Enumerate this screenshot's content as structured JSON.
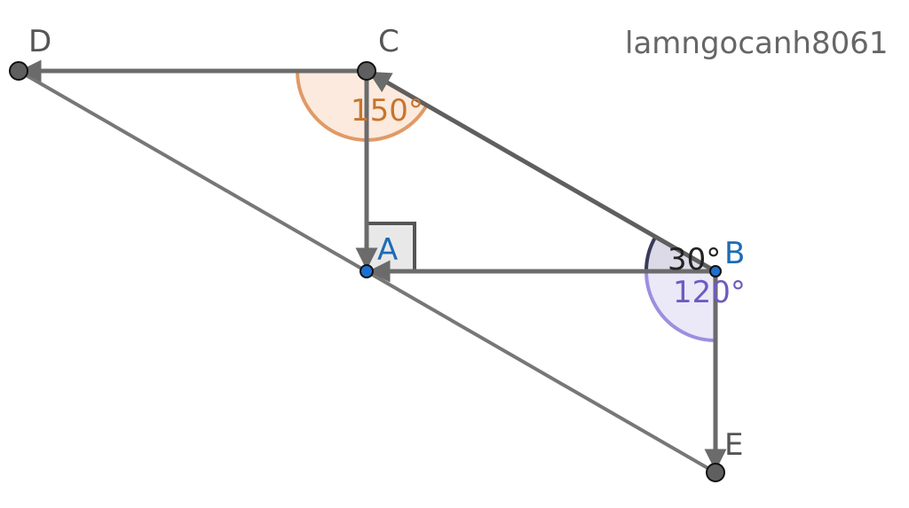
{
  "watermark": "lamngocanh8061",
  "points": {
    "D": "D",
    "C": "C",
    "A": "A",
    "B": "B",
    "E": "E"
  },
  "angles": {
    "C": "150°",
    "B_small": "30°",
    "B_large": "120°"
  },
  "colors": {
    "line": "#6b6b6b",
    "point": "#5f5f5f",
    "blue_point": "#1e6fd0",
    "label_blue": "#1d6bb5",
    "orange": "#d07a3a",
    "purple": "#6d5bc0"
  }
}
